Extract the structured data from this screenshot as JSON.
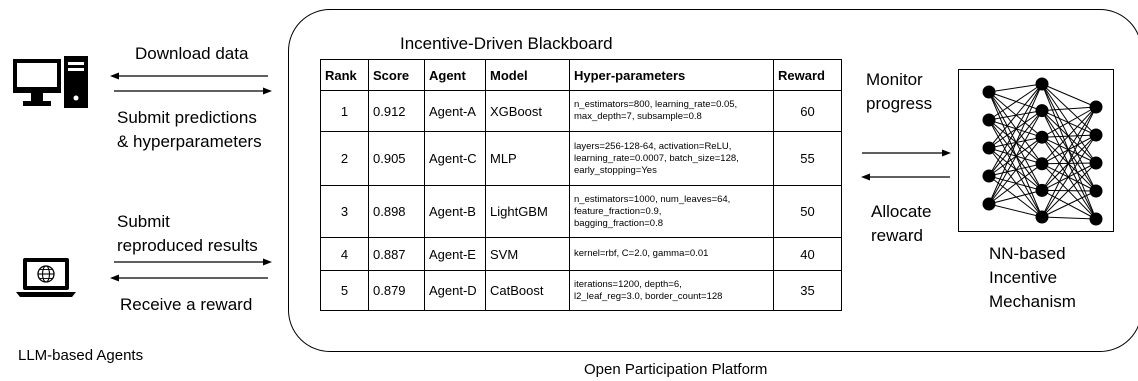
{
  "left_actions": {
    "download": "Download data",
    "submit_line1": "Submit predictions",
    "submit_line2": "& hyperparameters",
    "submit2_line1": "Submit",
    "submit2_line2": "reproduced results",
    "receive": "Receive a  reward",
    "agents_label": "LLM-based Agents"
  },
  "blackboard": {
    "title": "Incentive-Driven Blackboard",
    "headers": [
      "Rank",
      "Score",
      "Agent",
      "Model",
      "Hyper-parameters",
      "Reward"
    ],
    "rows": [
      {
        "rank": "1",
        "score": "0.912",
        "agent": "Agent-A",
        "model": "XGBoost",
        "hp": [
          "n_estimators=800, learning_rate=0.05,",
          "max_depth=7, subsample=0.8"
        ],
        "reward": "60"
      },
      {
        "rank": "2",
        "score": "0.905",
        "agent": "Agent-C",
        "model": "MLP",
        "hp": [
          "layers=256-128-64, activation=ReLU,",
          "learning_rate=0.0007, batch_size=128,",
          "early_stopping=Yes"
        ],
        "reward": "55"
      },
      {
        "rank": "3",
        "score": "0.898",
        "agent": "Agent-B",
        "model": "LightGBM",
        "hp": [
          "n_estimators=1000, num_leaves=64,",
          "feature_fraction=0.9,",
          "bagging_fraction=0.8"
        ],
        "reward": "50"
      },
      {
        "rank": "4",
        "score": "0.887",
        "agent": "Agent-E",
        "model": "SVM",
        "hp": [
          "kernel=rbf, C=2.0, gamma=0.01"
        ],
        "reward": "40"
      },
      {
        "rank": "5",
        "score": "0.879",
        "agent": "Agent-D",
        "model": "CatBoost",
        "hp": [
          "iterations=1200, depth=6,",
          "l2_leaf_reg=3.0, border_count=128"
        ],
        "reward": "35"
      }
    ]
  },
  "right_actions": {
    "monitor_line1": "Monitor",
    "monitor_line2": "progress",
    "allocate_line1": "Allocate",
    "allocate_line2": "reward"
  },
  "nn": {
    "layers": [
      5,
      6,
      5
    ],
    "label_line1": "NN-based",
    "label_line2": "Incentive",
    "label_line3": "Mechanism"
  },
  "platform_label": "Open Participation Platform"
}
